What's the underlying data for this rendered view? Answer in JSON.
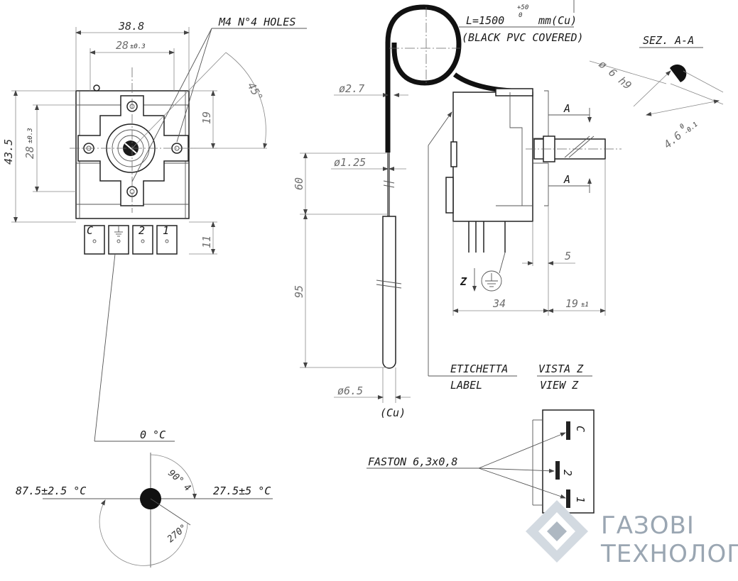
{
  "front_view": {
    "width_dim": "38.8",
    "inner_width_dim": "28",
    "inner_width_tol": "±0.3",
    "height_dim": "43.5",
    "inner_height_dim": "28",
    "inner_height_tol": "±0.3",
    "half_height_dim": "19",
    "angle_dim": "45°",
    "terminal_height_dim": "11",
    "holes_label": "M4 N°4 HOLES",
    "terminal_labels": [
      "C",
      "2",
      "1"
    ]
  },
  "capillary": {
    "length_label": "L=1500",
    "length_tol_plus": "+50",
    "length_tol_minus": "0",
    "length_unit": "mm(Cu)",
    "covering": "(BLACK PVC COVERED)",
    "pvc_diameter": "ø2.7",
    "tube_diameter": "ø1.25",
    "dim_60": "60",
    "dim_95": "95",
    "bulb_diameter": "ø6.5",
    "bulb_material": "(Cu)"
  },
  "side_view": {
    "section_mark": "A",
    "dim_34": "34",
    "dim_5": "5",
    "dim_19": "19",
    "dim_19_tol": "±1",
    "view_mark": "Z",
    "label_it": "ETICHETTA",
    "label_en": "LABEL",
    "view_it": "VISTA Z",
    "view_en": "VIEW Z"
  },
  "section": {
    "title": "SEZ. A-A",
    "shaft_dim": "ø 6 h9",
    "flat_dim": "4.6",
    "flat_tol_plus": "0",
    "flat_tol_minus": "-0.1"
  },
  "dial": {
    "zero": "0 °C",
    "left_temp": "87.5±2.5 °C",
    "right_temp": "27.5±5 °C",
    "angle_90": "90°",
    "angle_270": "270°",
    "marker": "4"
  },
  "faston": {
    "label": "FASTON  6,3x0,8",
    "terminals": [
      "C",
      "2",
      "1"
    ]
  },
  "brand": {
    "line1": "ГАЗОВІ",
    "line2": "ТЕХНОЛОГІЇ",
    "logo_color": "#9aa6b2"
  }
}
